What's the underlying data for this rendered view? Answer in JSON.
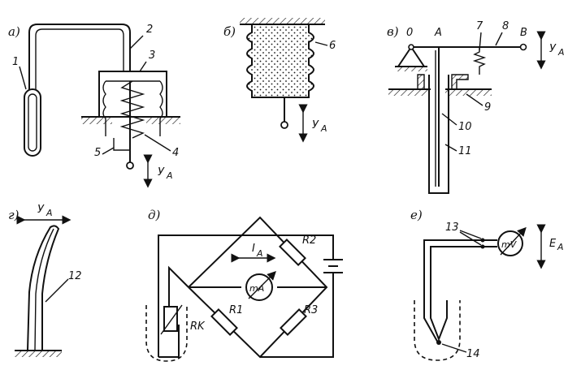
{
  "panels": {
    "a": {
      "letter": "а)",
      "labels": [
        "1",
        "2",
        "3",
        "4",
        "5"
      ],
      "sym": "У",
      "sub": "А"
    },
    "b": {
      "letter": "б)",
      "labels": [
        "6"
      ],
      "sym": "У",
      "sub": "А"
    },
    "v": {
      "letter": "в)",
      "labels": [
        "0",
        "А",
        "7",
        "8",
        "В",
        "9",
        "10",
        "11"
      ],
      "sym": "У",
      "sub": "А"
    },
    "g": {
      "letter": "г)",
      "labels": [
        "12"
      ],
      "sym": "У",
      "sub": "А"
    },
    "d": {
      "letter": "д)",
      "labels": [
        "R2",
        "R1",
        "R3",
        "RK",
        "mA"
      ],
      "sym": "I",
      "sub": "А"
    },
    "e": {
      "letter": "е)",
      "labels": [
        "13",
        "14",
        "mV"
      ],
      "sym": "E",
      "sub": "А"
    }
  }
}
